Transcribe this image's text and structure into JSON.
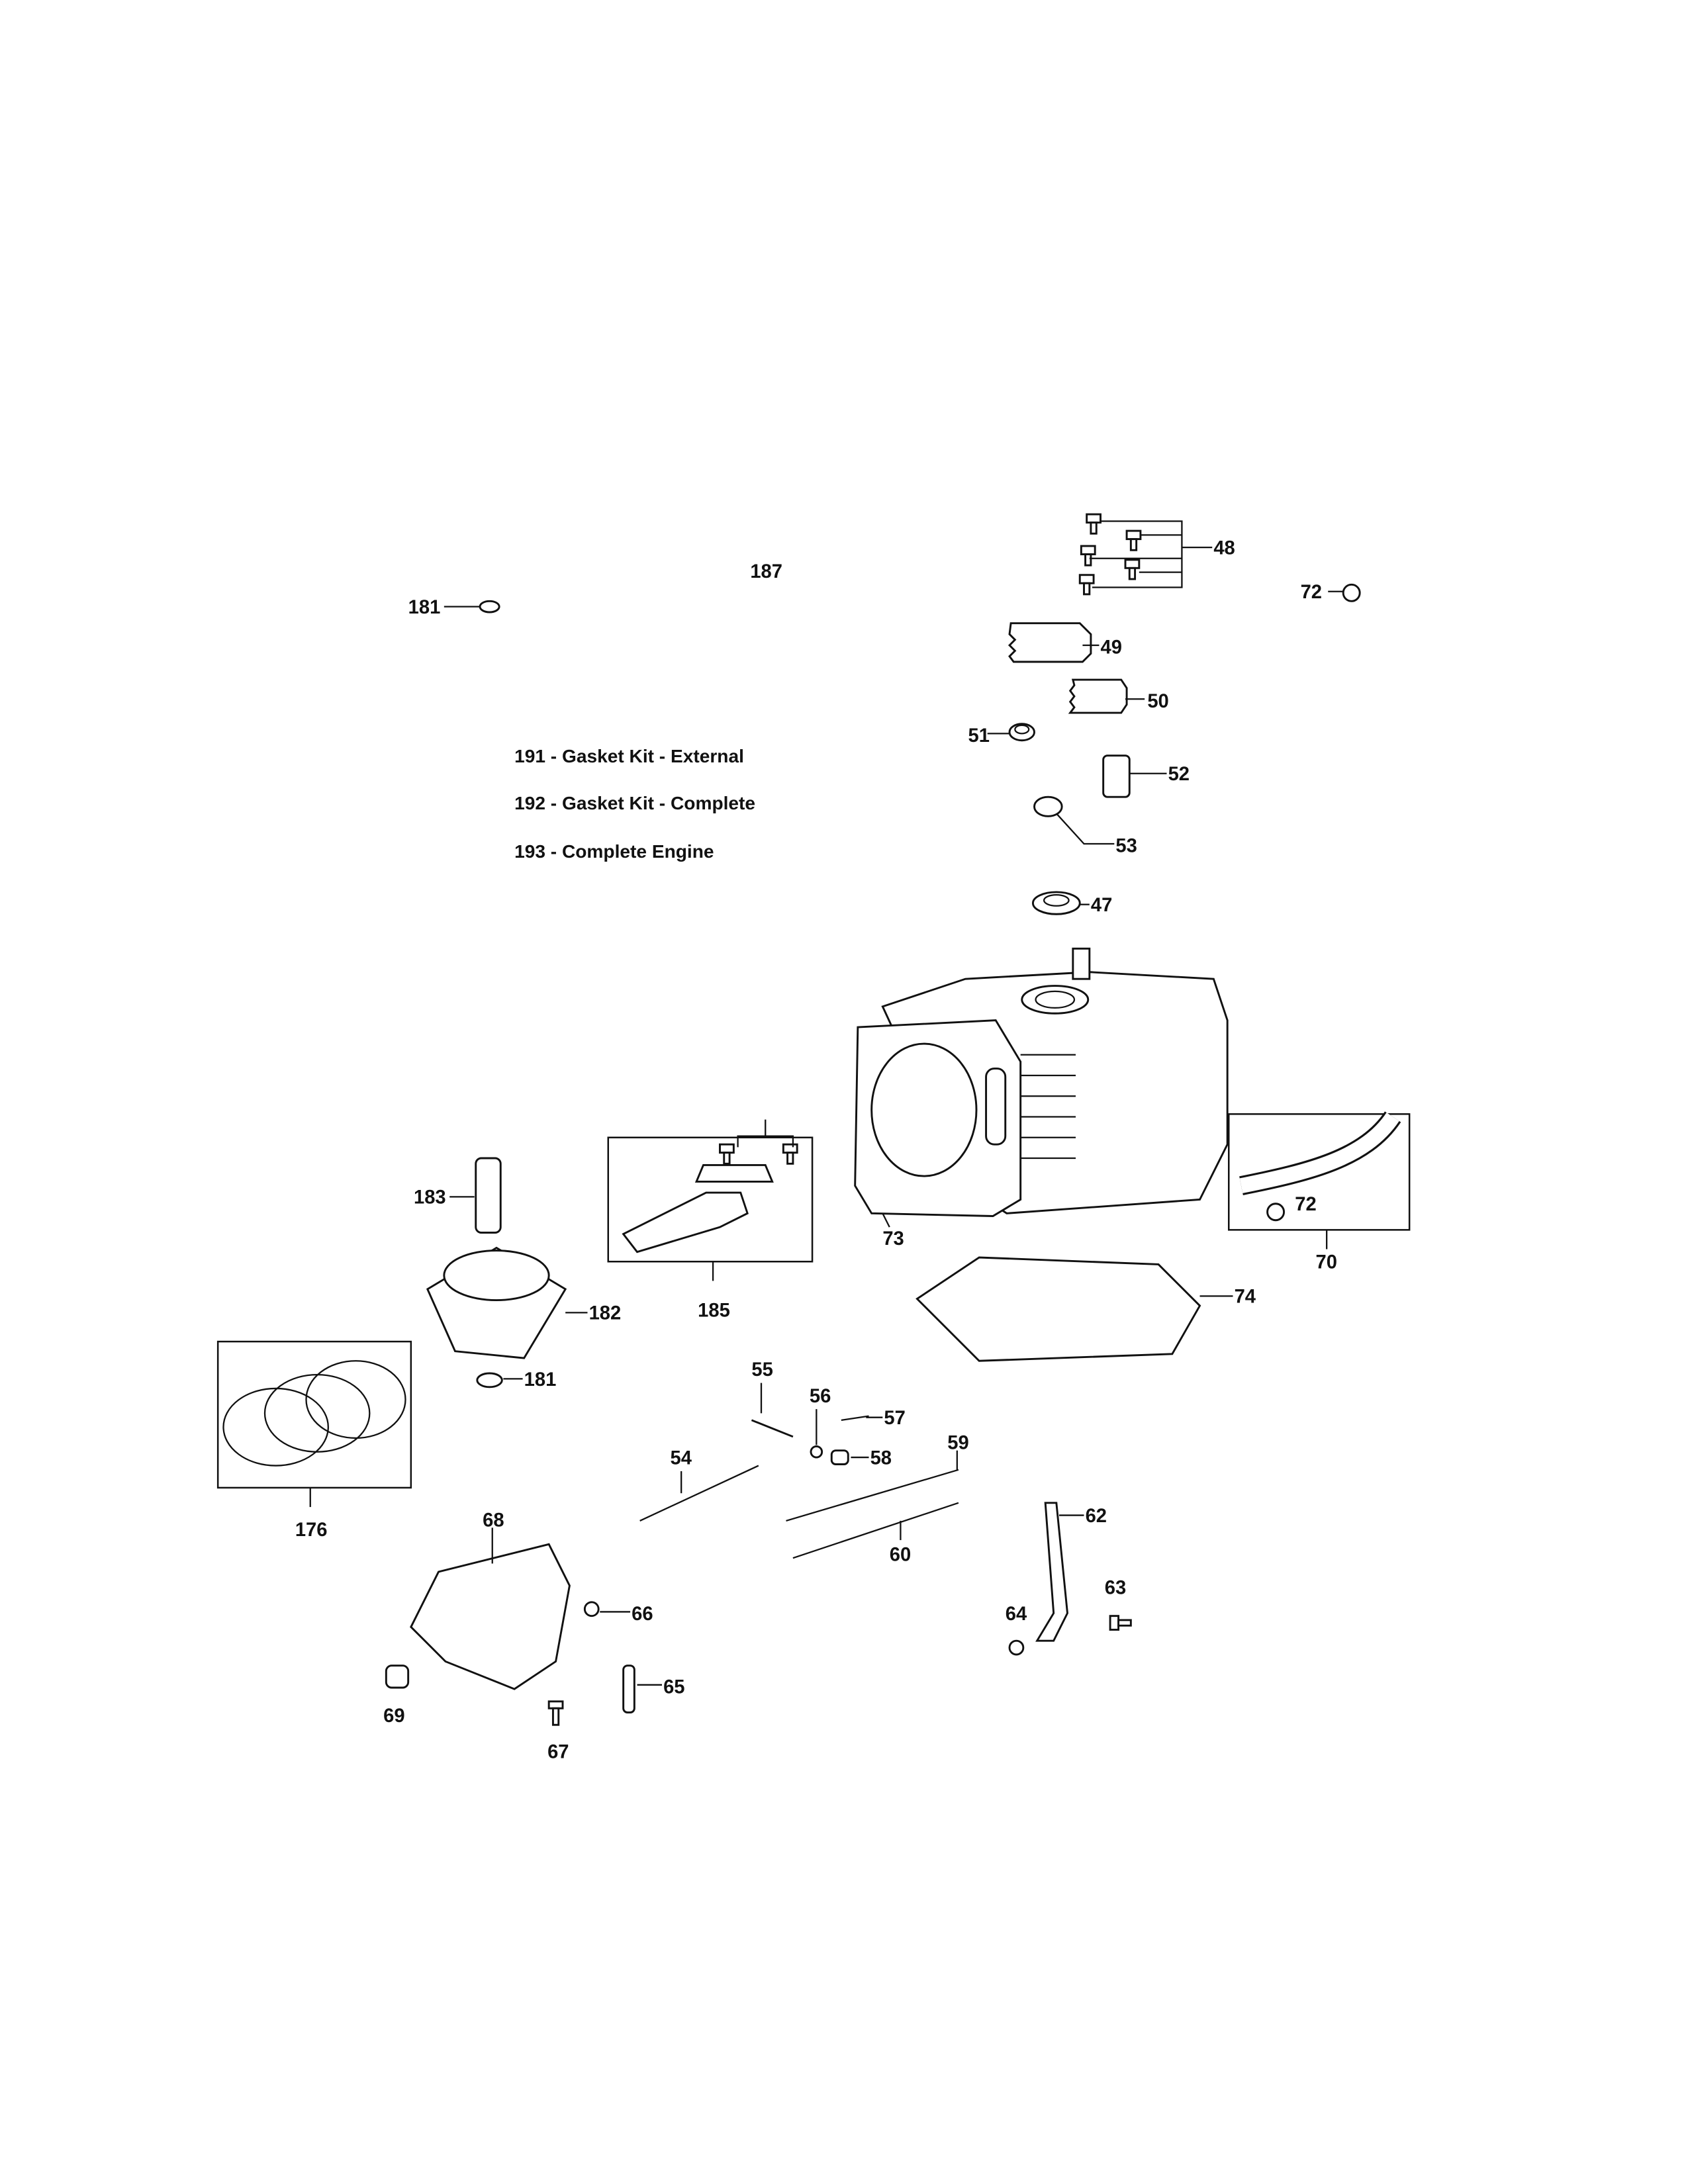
{
  "kit_list": [
    {
      "text": "191 - Gasket Kit - External"
    },
    {
      "text": "192 - Gasket Kit - Complete"
    },
    {
      "text": "193 - Complete Engine"
    }
  ],
  "callouts": {
    "c48": "48",
    "c49": "49",
    "c50": "50",
    "c51": "51",
    "c52": "52",
    "c53": "53",
    "c47": "47",
    "c187": "187",
    "c181a": "181",
    "c183": "183",
    "c73": "73",
    "c72a": "72",
    "c72b": "72",
    "c70": "70",
    "c185": "185",
    "c182": "182",
    "c74": "74",
    "c181b": "181",
    "c176": "176",
    "c55": "55",
    "c56": "56",
    "c57": "57",
    "c58": "58",
    "c54": "54",
    "c59": "59",
    "c62": "62",
    "c60": "60",
    "c68": "68",
    "c63": "63",
    "c64": "64",
    "c66": "66",
    "c65": "65",
    "c69": "69",
    "c67": "67"
  }
}
